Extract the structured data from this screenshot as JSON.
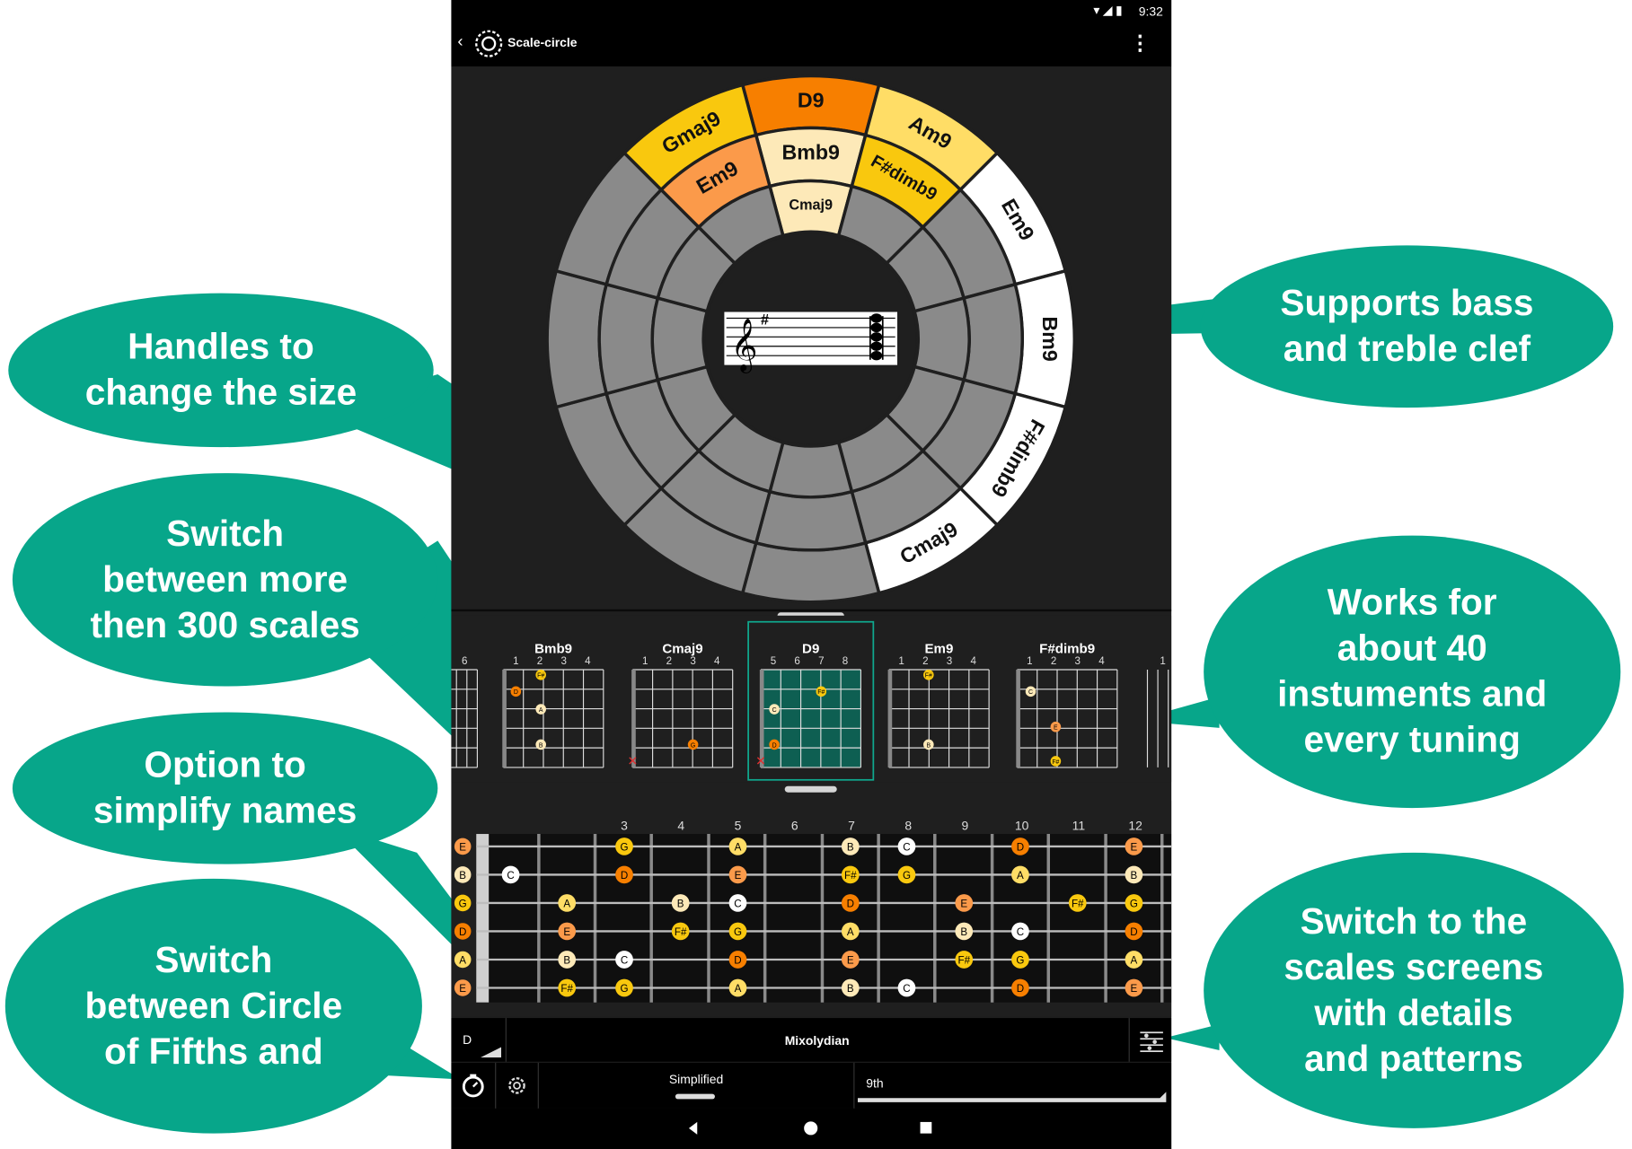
{
  "status": {
    "time": "9:32"
  },
  "appbar": {
    "title": "Scale-circle",
    "back_icon": "chevron-left-icon",
    "menu_icon": "more-vert-icon"
  },
  "circle": {
    "outer": [
      "D9",
      "Am9",
      "Em9",
      "Bm9",
      "F#dimb9",
      "Cmaj9",
      "Gmaj9"
    ],
    "middle": [
      "Bmb9",
      "F#dimb9",
      "Em9"
    ],
    "inner": [
      "Cmaj9"
    ],
    "colors": {
      "orange_dark": "#f77f00",
      "orange": "#fb9a4a",
      "yellow": "#f9c80e",
      "yellow_light": "#ffdd66",
      "cream": "#fde9b8",
      "white": "#ffffff",
      "grey": "#8a8a8a"
    }
  },
  "chords": [
    {
      "name": "Bmb9",
      "frets": [
        "1",
        "2",
        "3",
        "4"
      ],
      "dots": [
        "F#",
        "D",
        "A",
        "B"
      ]
    },
    {
      "name": "Cmaj9",
      "frets": [
        "1",
        "2",
        "3",
        "4"
      ],
      "dots": [
        "G"
      ]
    },
    {
      "name": "D9",
      "frets": [
        "5",
        "6",
        "7",
        "8"
      ],
      "dots": [
        "F#",
        "C",
        "D"
      ]
    },
    {
      "name": "Em9",
      "frets": [
        "1",
        "2",
        "3",
        "4"
      ],
      "dots": [
        "F#",
        "B"
      ]
    },
    {
      "name": "F#dimb9",
      "frets": [
        "1",
        "2",
        "3",
        "4"
      ],
      "dots": [
        "C",
        "E",
        "F#"
      ]
    }
  ],
  "chord_edge_left": "6",
  "chord_edge_right": "1",
  "fretboard": {
    "fret_numbers": [
      "3",
      "4",
      "5",
      "6",
      "7",
      "8",
      "9",
      "10",
      "11",
      "12"
    ],
    "open_strings": [
      "E",
      "B",
      "G",
      "D",
      "A",
      "E"
    ]
  },
  "bottom": {
    "key": "D",
    "scale": "Mixolydian",
    "simplified": "Simplified",
    "chord_type": "9th"
  },
  "callouts": {
    "handles": [
      "Handles to",
      "change the size"
    ],
    "switch_scales": [
      "Switch",
      "between more",
      "then 300 scales"
    ],
    "simplify": [
      "Option to",
      "simplify names"
    ],
    "switch_circle": [
      "Switch",
      "between Circle",
      "of Fifths and"
    ],
    "bass_treble": [
      "Supports bass",
      "and treble clef"
    ],
    "instruments": [
      "Works for",
      "about 40",
      "instuments and",
      "every tuning"
    ],
    "scales_screens": [
      "Switch to the",
      "scales screens",
      "with details",
      "and patterns"
    ]
  }
}
